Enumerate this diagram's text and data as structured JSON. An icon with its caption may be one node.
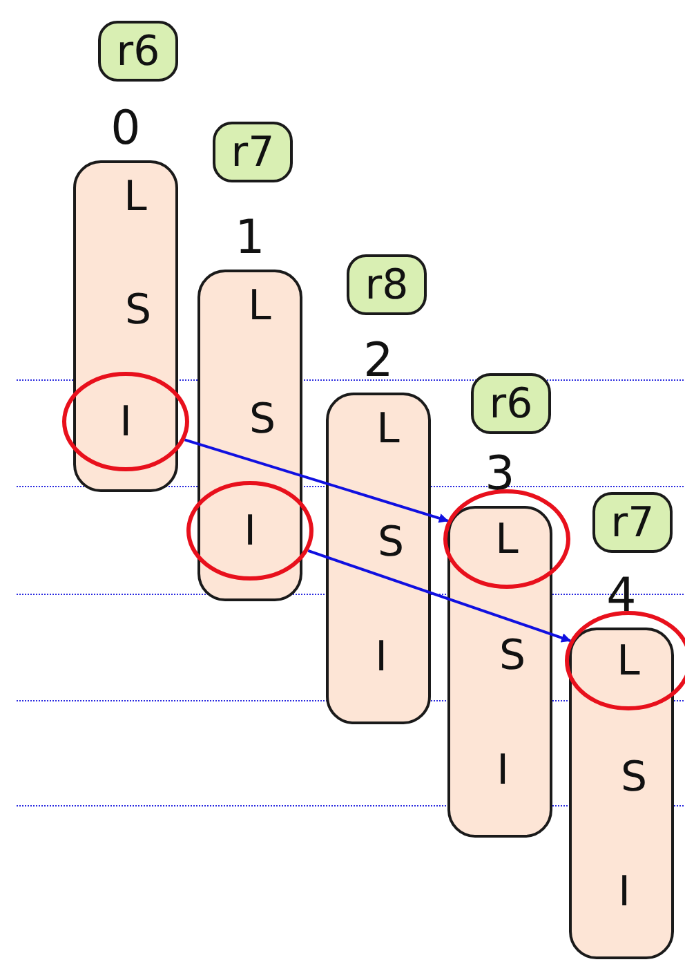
{
  "diagram": {
    "nodes": [
      {
        "text": [
          "r6"
        ]
      },
      {
        "text": [
          "0"
        ]
      },
      {
        "text": [
          "L"
        ],
        "in": 1
      },
      {
        "text": [
          "S"
        ],
        "in": 1
      },
      {
        "text": [
          "I"
        ],
        "in": 25
      },
      {
        "text": [
          "r7"
        ]
      },
      {
        "text": [
          "1"
        ]
      },
      {
        "text": [
          "L"
        ],
        "in": 6
      },
      {
        "text": [
          "S"
        ],
        "in": 6
      },
      {
        "text": [
          "I"
        ],
        "in": 26
      },
      {
        "text": [
          "r8"
        ]
      },
      {
        "text": [
          "2"
        ]
      },
      {
        "text": [
          "L"
        ],
        "in": 11
      },
      {
        "text": [
          "S"
        ],
        "in": 11
      },
      {
        "text": [
          "I"
        ],
        "in": 11
      },
      {
        "text": [
          "r6"
        ]
      },
      {
        "text": [
          "3"
        ]
      },
      {
        "text": [
          "L"
        ]
      },
      {
        "text": [
          "S"
        ],
        "in": 16
      },
      {
        "text": [
          "I"
        ],
        "in": 16
      },
      {
        "text": [
          "r7"
        ]
      },
      {
        "text": [
          "4"
        ]
      },
      {
        "text": [
          "L"
        ]
      },
      {
        "text": [
          "S"
        ],
        "in": 21
      },
      {
        "text": [
          "I"
        ],
        "in": 21
      },
      {
        "text": [],
        "shape": "circle"
      },
      {
        "text": [],
        "shape": "circle"
      },
      {
        "text": [],
        "shape": "circle"
      },
      {
        "text": [],
        "shape": "circle"
      }
    ],
    "edges": [
      {
        "from": 25,
        "to": 27,
        "arrow": "to"
      },
      {
        "from": 26,
        "to": 28,
        "arrow": "to"
      }
    ]
  }
}
